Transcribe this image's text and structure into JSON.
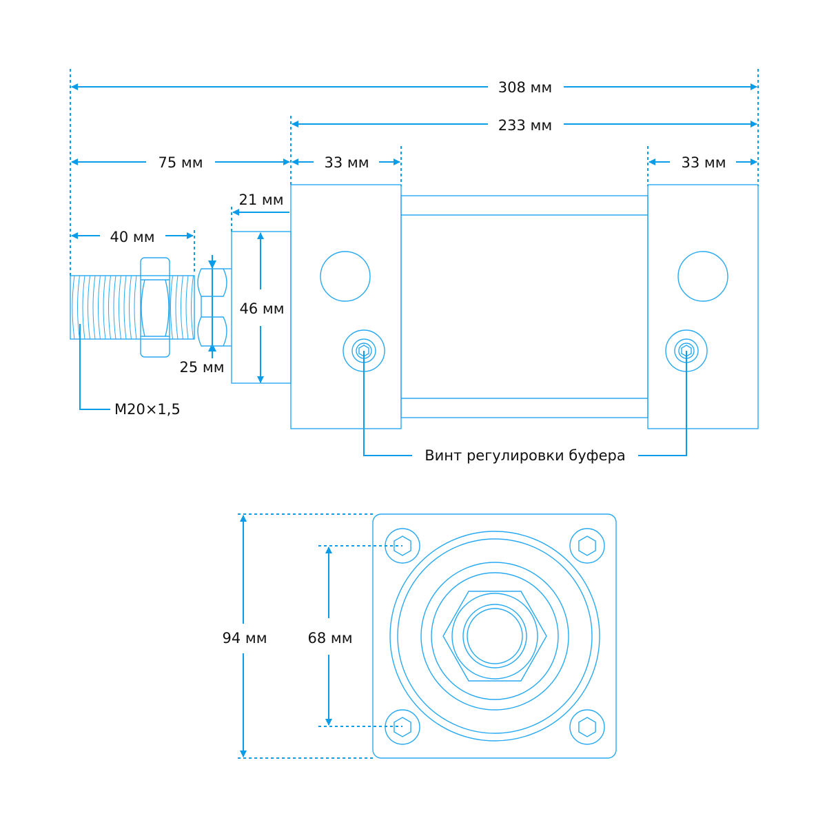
{
  "colors": {
    "line": "#27a9f2",
    "dimension": "#0a9be9",
    "text": "#111111"
  },
  "dimensions": {
    "overall_length": "308 мм",
    "body_length": "233 мм",
    "rod_extension": "75 мм",
    "front_cap": "33 мм",
    "rear_cap": "33 мм",
    "thread_length": "40 мм",
    "nose_length": "21 мм",
    "nose_diameter": "46 мм",
    "rod_diameter": "25 мм",
    "flange_size": "94 мм",
    "bolt_spacing": "68 мм"
  },
  "labels": {
    "thread": "M20×1,5",
    "buffer_screw": "Винт регулировки буфера"
  }
}
